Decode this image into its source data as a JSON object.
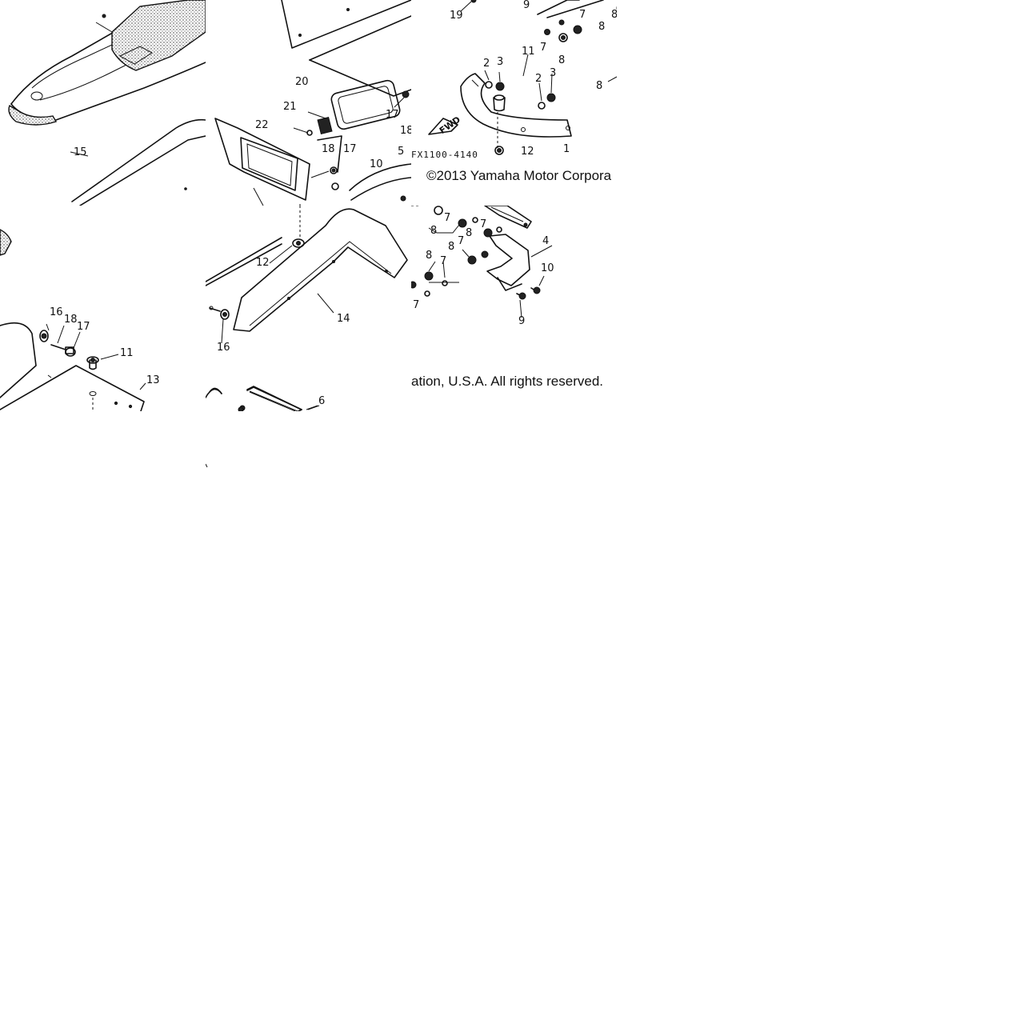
{
  "diagram": {
    "drawing_code": "FX1100-4140",
    "fwd_label": "FWD",
    "copyright_left": "©2013 Yamaha Motor Corpora",
    "copyright_right": "ation, U.S.A. All rights reserved.",
    "callouts": {
      "t1": [
        "15"
      ],
      "t2": [
        "20",
        "21",
        "22",
        "17",
        "18",
        "18",
        "17",
        "10",
        "5"
      ],
      "t3": [
        "19",
        "9",
        "7",
        "8",
        "8",
        "7",
        "8",
        "2",
        "3",
        "11",
        "2",
        "3",
        "8",
        "12",
        "1"
      ],
      "t4": [
        "16",
        "18",
        "17",
        "11",
        "13"
      ],
      "t5": [
        "12",
        "14",
        "16"
      ],
      "t6": [
        "7",
        "8",
        "7",
        "8",
        "7",
        "8",
        "4",
        "8",
        "7",
        "10",
        "7",
        "9"
      ],
      "t8": [
        "6"
      ]
    }
  }
}
